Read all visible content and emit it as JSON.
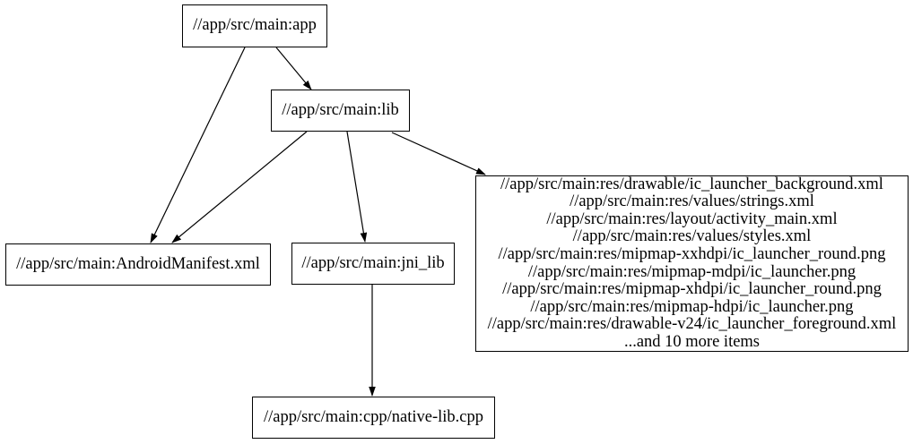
{
  "graph": {
    "background_color": "#ffffff",
    "node_border_color": "#000000",
    "edge_color": "#000000",
    "text_color": "#000000",
    "nodes": {
      "app": {
        "label": "//app/src/main:app"
      },
      "lib": {
        "label": "//app/src/main:lib"
      },
      "manifest": {
        "label": "//app/src/main:AndroidManifest.xml"
      },
      "jni_lib": {
        "label": "//app/src/main:jni_lib"
      },
      "res_group": {
        "lines": [
          "//app/src/main:res/drawable/ic_launcher_background.xml",
          "//app/src/main:res/values/strings.xml",
          "//app/src/main:res/layout/activity_main.xml",
          "//app/src/main:res/values/styles.xml",
          "//app/src/main:res/mipmap-xxhdpi/ic_launcher_round.png",
          "//app/src/main:res/mipmap-mdpi/ic_launcher.png",
          "//app/src/main:res/mipmap-xhdpi/ic_launcher_round.png",
          "//app/src/main:res/mipmap-hdpi/ic_launcher.png",
          "//app/src/main:res/drawable-v24/ic_launcher_foreground.xml",
          "...and 10 more items"
        ]
      },
      "native_cpp": {
        "label": "//app/src/main:cpp/native-lib.cpp"
      }
    },
    "edges": [
      {
        "from": "app",
        "to": "lib"
      },
      {
        "from": "app",
        "to": "manifest"
      },
      {
        "from": "lib",
        "to": "manifest"
      },
      {
        "from": "lib",
        "to": "jni_lib"
      },
      {
        "from": "lib",
        "to": "res_group"
      },
      {
        "from": "jni_lib",
        "to": "native_cpp"
      }
    ]
  }
}
